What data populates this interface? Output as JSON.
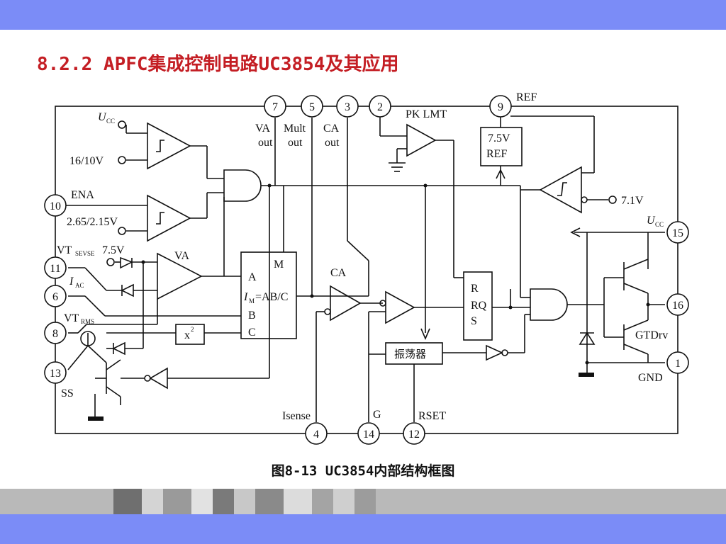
{
  "slide": {
    "title": "8.2.2 APFC集成控制电路UC3854及其应用",
    "caption": "图8-13 UC3854内部结构框图"
  },
  "diagram": {
    "top_pins": [
      {
        "num": "7",
        "label_top": "VA",
        "label_bot": "out"
      },
      {
        "num": "5",
        "label_top": "Mult",
        "label_bot": "out"
      },
      {
        "num": "3",
        "label_top": "CA",
        "label_bot": "out"
      },
      {
        "num": "2",
        "label": "PK LMT"
      },
      {
        "num": "9",
        "label": "REF"
      }
    ],
    "left_pins": [
      {
        "num": "10",
        "label": "ENA"
      },
      {
        "num": "11",
        "label": "VT",
        "sub": "SEVSE"
      },
      {
        "num": "6",
        "label": "I",
        "sub": "AC"
      },
      {
        "num": "8",
        "label": "VT",
        "sub": "RMS"
      },
      {
        "num": "13",
        "label": "SS"
      }
    ],
    "right_pins": [
      {
        "num": "15",
        "label": "U",
        "sub": "CC"
      },
      {
        "num": "16",
        "label": "GTDrv"
      },
      {
        "num": "1",
        "label": "GND"
      }
    ],
    "bottom_pins": [
      {
        "num": "4",
        "label": "Isense"
      },
      {
        "num": "14",
        "label": "G"
      },
      {
        "num": "12",
        "label": "RSET"
      }
    ],
    "labels": {
      "ucc": "U",
      "ucc_sub": "CC",
      "uvlo": "16/10V",
      "ena_th": "2.65/2.15V",
      "v75": "7.5V",
      "va": "VA",
      "ca": "CA",
      "ref_top": "7.5V",
      "ref_bot": "REF",
      "v71": "7.1V",
      "mult_m": "M",
      "mult_a": "A",
      "mult_eq_i": "I",
      "mult_eq_sub": "M",
      "mult_eq_rest": "=AB/C",
      "mult_b": "B",
      "mult_c": "C",
      "square": "x",
      "square_exp": "2",
      "r": "R",
      "rq": "RQ",
      "s": "S",
      "osc": "振荡器"
    }
  }
}
